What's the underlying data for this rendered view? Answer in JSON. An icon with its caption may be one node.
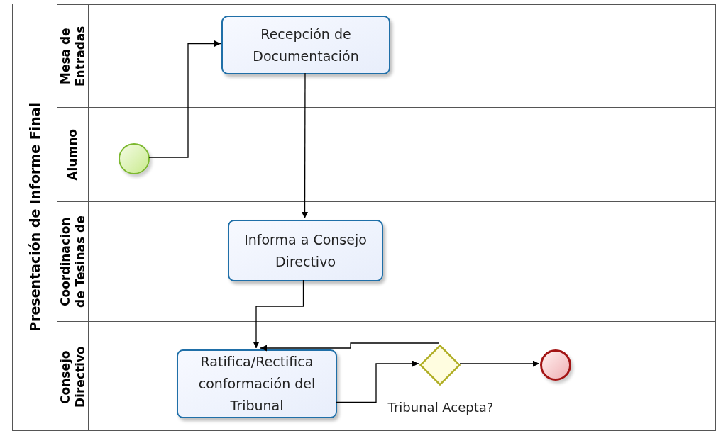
{
  "diagram": {
    "nodes": [
      {
        "text": [
          "Presentación de Informe Final"
        ]
      },
      {
        "text": [
          "Mesa de Entradas"
        ],
        "in": 0
      },
      {
        "text": [
          "Alumno"
        ],
        "in": 0
      },
      {
        "text": [
          "Coordinacion de Tesinas de"
        ],
        "in": 0
      },
      {
        "text": [
          "Consejo Directivo"
        ],
        "in": 0
      },
      {
        "text": [
          "Recepción de Documentación"
        ],
        "in": 1
      },
      {
        "text": [],
        "shape": "circle",
        "in": 2
      },
      {
        "text": [
          "Informa a Consejo Directivo"
        ],
        "in": 3
      },
      {
        "text": [
          "Ratifica/Rectifica conformación del Tribunal"
        ],
        "in": 4
      },
      {
        "text": [],
        "shape": "diamond",
        "in": 4,
        "beside": [
          "Tribunal Acepta?"
        ]
      },
      {
        "text": [],
        "shape": "circle",
        "in": 4
      }
    ],
    "edges": [
      {
        "from": 6,
        "to": 5,
        "arrow": "to"
      },
      {
        "from": 5,
        "to": 7,
        "arrow": "to"
      },
      {
        "from": 7,
        "to": 8,
        "arrow": "to"
      },
      {
        "from": 8,
        "to": 9,
        "arrow": "to"
      },
      {
        "from": 9,
        "to": 8,
        "arrow": "to"
      },
      {
        "from": 9,
        "to": 10,
        "arrow": "to"
      }
    ]
  }
}
